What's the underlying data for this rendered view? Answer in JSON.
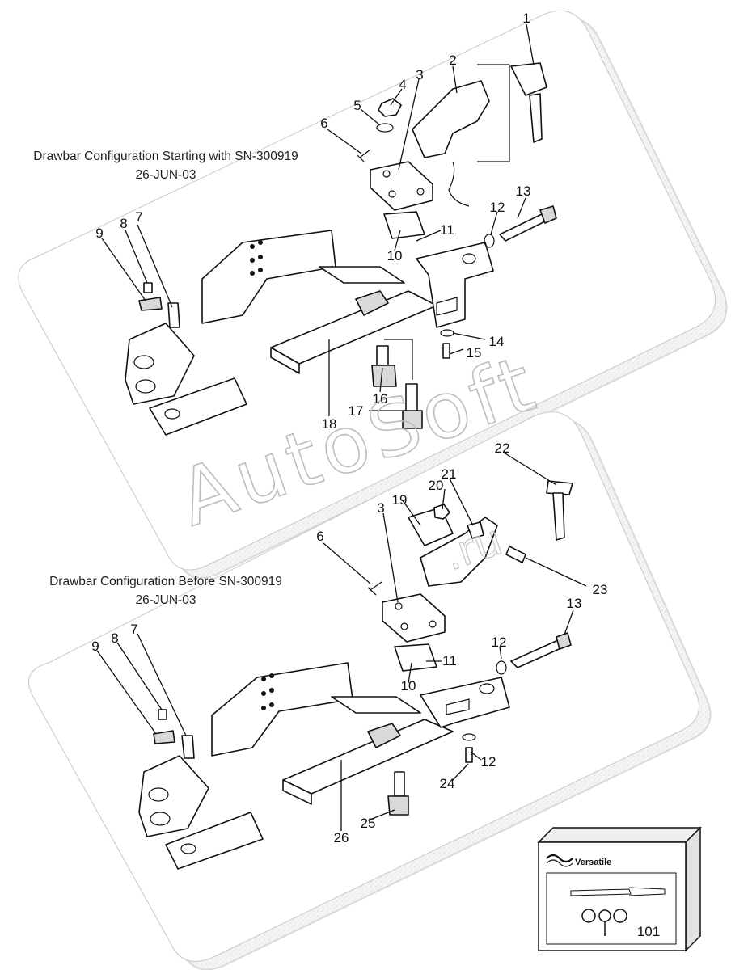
{
  "diagrams": [
    {
      "caption_line1": "Drawbar Configuration Starting with SN-300919",
      "caption_line2": "26-JUN-03",
      "callouts": [
        "1",
        "2",
        "3",
        "4",
        "5",
        "6",
        "7",
        "8",
        "9",
        "10",
        "11",
        "12",
        "13",
        "14",
        "15",
        "16",
        "17",
        "18"
      ]
    },
    {
      "caption_line1": "Drawbar Configuration Before SN-300919",
      "caption_line2": "26-JUN-03",
      "callouts": [
        "19",
        "20",
        "21",
        "22",
        "3",
        "6",
        "23",
        "13",
        "12",
        "9",
        "8",
        "7",
        "11",
        "10",
        "12",
        "24",
        "25",
        "26"
      ]
    }
  ],
  "kit": {
    "brand": "Versatile",
    "number": "101"
  },
  "watermark": {
    "main": "AutoSoft",
    "domain": ".ru"
  }
}
